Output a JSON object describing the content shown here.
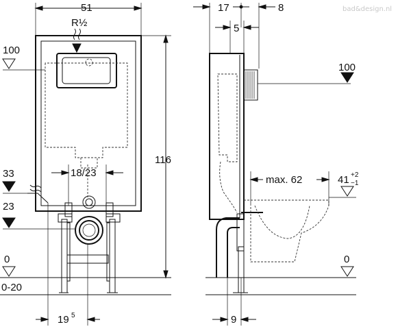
{
  "watermark": "bad&design.nl",
  "front_view": {
    "dimensions": {
      "width": "51",
      "height": "116",
      "supply_connection": "R½",
      "drain_spacing": "18/23",
      "offset_bottom": "19",
      "offset_bottom_sup": "5"
    },
    "levels": {
      "cistern_level": "100",
      "supply_level": "33",
      "drain_level": "23",
      "floor_level": "0",
      "floor_range": "0-20"
    }
  },
  "side_view": {
    "dimensions": {
      "depth": "17",
      "depth_rear": "8",
      "depth_mid": "5",
      "bottom_offset": "9",
      "bowl_projection": "max. 62"
    },
    "levels": {
      "cistern_level": "100",
      "bowl_height": "41",
      "bowl_height_plus": "+2",
      "bowl_height_minus": "−1",
      "floor_level": "0"
    }
  }
}
